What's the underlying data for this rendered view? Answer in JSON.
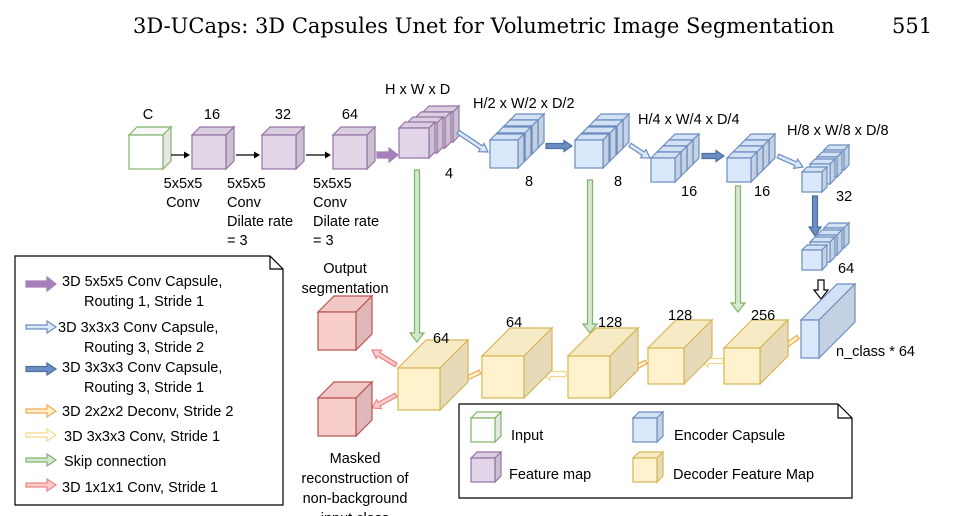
{
  "header": {
    "title": "3D-UCaps: 3D Capsules Unet for Volumetric Image Segmentation",
    "page_number": "551"
  },
  "colors": {
    "input_fill": "#ffffff",
    "input_stroke": "#82b366",
    "feature_fill": "#e1d5e7",
    "feature_stroke": "#9673a6",
    "encoder_fill": "#dae8fc",
    "encoder_stroke": "#6c8ebf",
    "decoder_fill": "#fff2cc",
    "decoder_stroke": "#d6b656",
    "output_fill": "#f8cecc",
    "output_stroke": "#b85450",
    "skip_fill": "#d5e8d4",
    "skip_stroke": "#82b366",
    "purple_arrow": "#a680b8",
    "blue_arrow": "#6c8ebf",
    "dark_blue_arrow": "#4a6fa5",
    "orange_arrow": "#f5a650",
    "yellow_arrow": "#f5d78a",
    "red_arrow": "#f08080"
  },
  "top_labels": {
    "c": "C",
    "f16": "16",
    "f32": "32",
    "f64": "64",
    "hwd": "H x W x D",
    "hwd2": "H/2 x W/2 x D/2",
    "hwd4": "H/4 x W/4 x D/4",
    "hwd8": "H/8 x W/8 x D/8"
  },
  "conv_labels": {
    "conv1": [
      "5x5x5",
      "Conv"
    ],
    "conv2": [
      "5x5x5",
      "Conv",
      "Dilate rate",
      "= 3"
    ],
    "conv3": [
      "5x5x5",
      "Conv",
      "Dilate rate",
      "= 3"
    ]
  },
  "capsule_counts": {
    "c4": "4",
    "c8a": "8",
    "c8b": "8",
    "c16a": "16",
    "c16b": "16",
    "c32": "32",
    "c64": "64"
  },
  "decoder_counts": {
    "d64a": "64",
    "d64b": "64",
    "d128a": "128",
    "d128b": "128",
    "d256": "256",
    "nclass": "n_class * 64"
  },
  "output_label": [
    "Output",
    "segmentation"
  ],
  "masked_label": [
    "Masked",
    "reconstruction of",
    "non-background",
    "input class"
  ],
  "legend_left": [
    "3D 5x5x5 Conv Capsule,",
    "Routing 1, Stride 1",
    "3D 3x3x3 Conv Capsule,",
    "Routing 3, Stride 2",
    "3D 3x3x3 Conv Capsule,",
    "Routing 3, Stride 1",
    "3D 2x2x2 Deconv, Stride 2",
    "3D 3x3x3 Conv, Stride 1",
    "Skip connection",
    "3D 1x1x1 Conv, Stride 1"
  ],
  "legend_right": {
    "input": "Input",
    "encoder": "Encoder Capsule",
    "feature": "Feature map",
    "decoder": "Decoder Feature Map"
  }
}
